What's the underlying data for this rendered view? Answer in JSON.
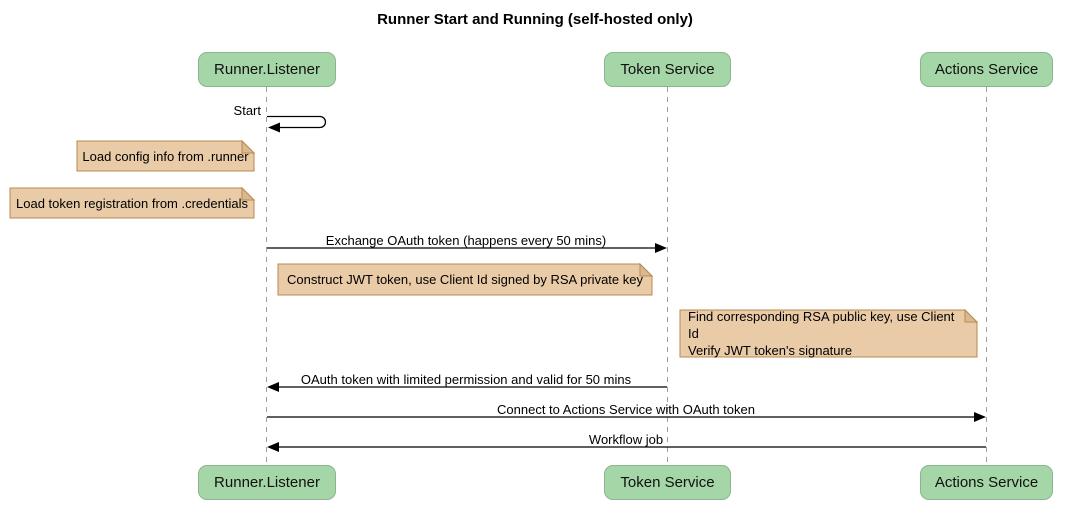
{
  "title": "Runner Start and Running (self-hosted only)",
  "participants": [
    {
      "name": "Runner.Listener"
    },
    {
      "name": "Token Service"
    },
    {
      "name": "Actions Service"
    }
  ],
  "messages": {
    "self_start": "Start",
    "exchange": "Exchange OAuth token (happens every 50 mins)",
    "oauth_return": "OAuth token with limited permission and valid for 50 mins",
    "connect": "Connect to Actions Service with OAuth token",
    "workflow": "Workflow job"
  },
  "notes": {
    "config": "Load config info from .runner",
    "credentials": "Load token registration from .credentials",
    "jwt": "Construct JWT token, use Client Id signed by RSA private key",
    "verify_line1": "Find corresponding RSA public key, use Client Id",
    "verify_line2": "Verify JWT token's signature"
  },
  "colors": {
    "actor_fill": "#A5D6A7",
    "actor_border": "#8CB48E",
    "note_fill": "#E9CBA7",
    "note_fold": "#D9B98F",
    "note_border": "#B78A52",
    "lifeline": "#9E9E9E",
    "arrow": "#000000"
  }
}
